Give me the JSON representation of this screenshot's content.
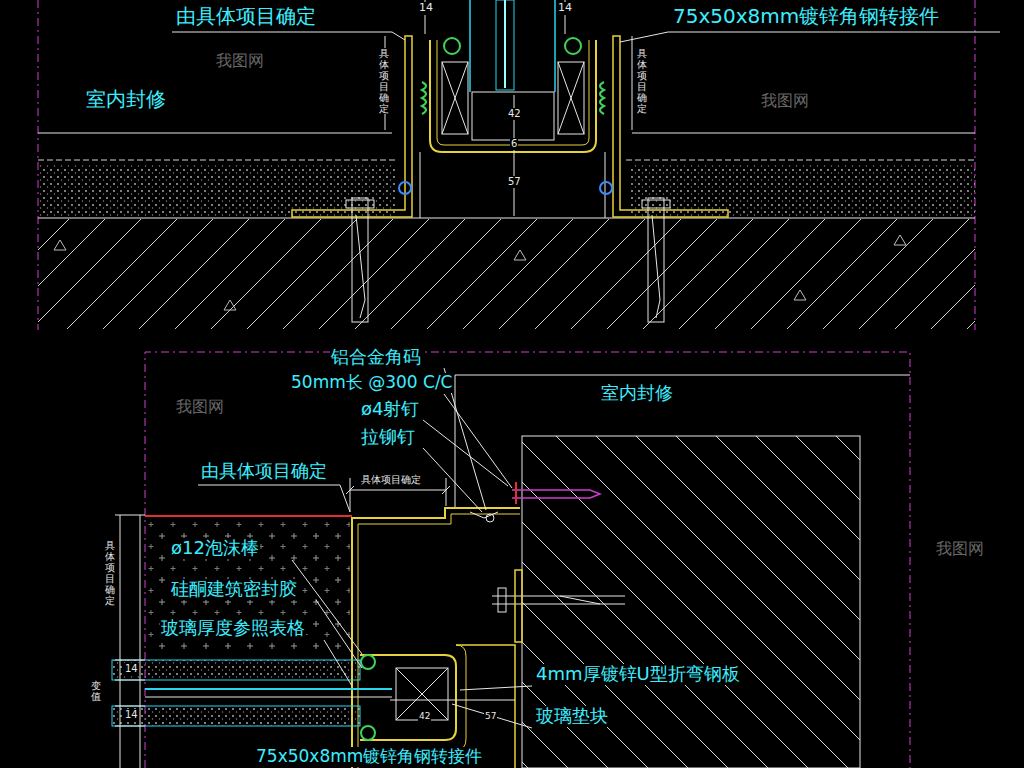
{
  "diagram": {
    "labels": [
      "由具体项目确定",
      "14",
      "14",
      "75x50x8mm镀锌角钢转接件",
      "室内封修",
      "具体项目确定",
      "具体项目确定",
      "42",
      "6",
      "57",
      "铝合金角码",
      "50mm长 @300 C/C",
      "ø4射钉",
      "拉铆钉",
      "室内封修",
      "由具体项目确定",
      "具体项目确定",
      "ø12泡沫棒",
      "硅酮建筑密封胶",
      "玻璃厚度参照表格",
      "4mm厚镀锌U型折弯钢板",
      "玻璃垫块",
      "75x50x8mm镀锌角钢转接件",
      "具体项目确定",
      "14",
      "14",
      "变值",
      "42",
      "57",
      "我图网",
      "我图网",
      "我图网",
      "我图网"
    ]
  }
}
